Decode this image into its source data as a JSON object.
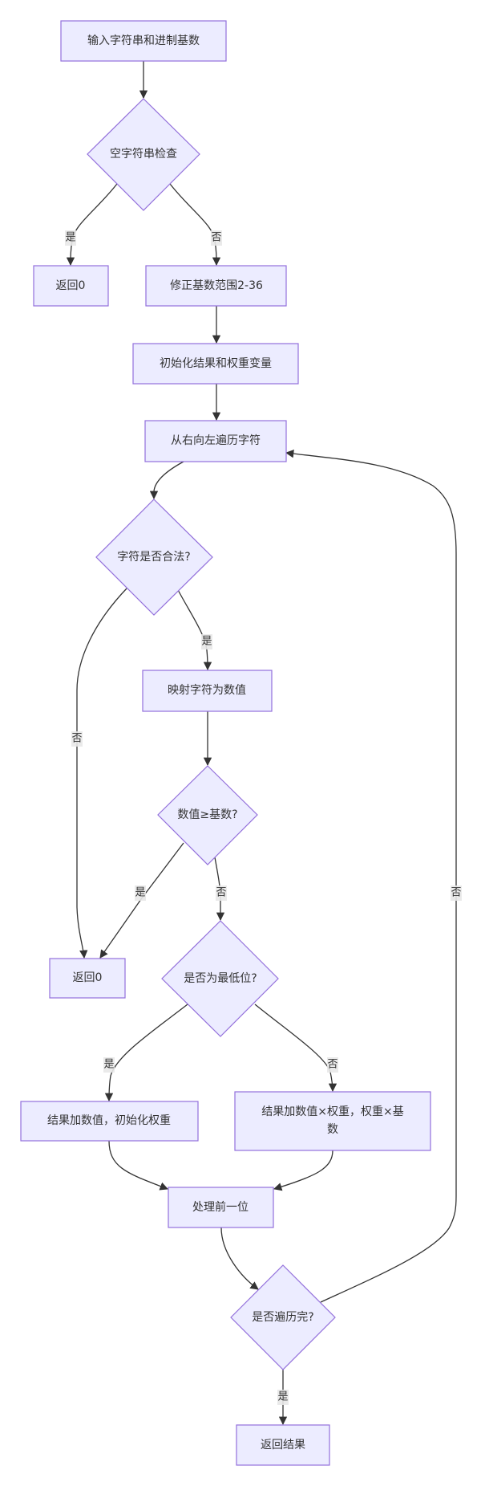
{
  "diagram": {
    "type": "flowchart",
    "nodes": {
      "input": {
        "label": "输入字符串和进制基数",
        "shape": "rect"
      },
      "empty_check": {
        "label": "空字符串检查",
        "shape": "diamond"
      },
      "return0_a": {
        "label": "返回0",
        "shape": "rect"
      },
      "fix_base": {
        "label": "修正基数范围2-36",
        "shape": "rect"
      },
      "init_vars": {
        "label": "初始化结果和权重变量",
        "shape": "rect"
      },
      "iterate": {
        "label": "从右向左遍历字符",
        "shape": "rect"
      },
      "char_valid": {
        "label": "字符是否合法?",
        "shape": "diamond"
      },
      "map_char": {
        "label": "映射字符为数值",
        "shape": "rect"
      },
      "value_ge_base": {
        "label": "数值≥基数?",
        "shape": "diamond"
      },
      "return0_b": {
        "label": "返回0",
        "shape": "rect"
      },
      "is_lowest": {
        "label": "是否为最低位?",
        "shape": "diamond"
      },
      "add_init_weight": {
        "label": "结果加数值，初始化权重",
        "shape": "rect"
      },
      "add_weighted_line1": {
        "label": "结果加数值×权重，权重×基",
        "shape": "rect"
      },
      "add_weighted_line2": {
        "label": "数",
        "shape": "rect"
      },
      "prev_digit": {
        "label": "处理前一位",
        "shape": "rect"
      },
      "done_check": {
        "label": "是否遍历完?",
        "shape": "diamond"
      },
      "return_result": {
        "label": "返回结果",
        "shape": "rect"
      }
    },
    "edge_labels": {
      "yes": "是",
      "no": "否"
    },
    "edges": [
      {
        "from": "input",
        "to": "empty_check",
        "label": ""
      },
      {
        "from": "empty_check",
        "to": "return0_a",
        "label": "是"
      },
      {
        "from": "empty_check",
        "to": "fix_base",
        "label": "否"
      },
      {
        "from": "fix_base",
        "to": "init_vars",
        "label": ""
      },
      {
        "from": "init_vars",
        "to": "iterate",
        "label": ""
      },
      {
        "from": "iterate",
        "to": "char_valid",
        "label": ""
      },
      {
        "from": "char_valid",
        "to": "map_char",
        "label": "是"
      },
      {
        "from": "char_valid",
        "to": "return0_b",
        "label": "否"
      },
      {
        "from": "map_char",
        "to": "value_ge_base",
        "label": ""
      },
      {
        "from": "value_ge_base",
        "to": "return0_b",
        "label": "是"
      },
      {
        "from": "value_ge_base",
        "to": "is_lowest",
        "label": "否"
      },
      {
        "from": "is_lowest",
        "to": "add_init_weight",
        "label": "是"
      },
      {
        "from": "is_lowest",
        "to": "add_weighted",
        "label": "否"
      },
      {
        "from": "add_init_weight",
        "to": "prev_digit",
        "label": ""
      },
      {
        "from": "add_weighted",
        "to": "prev_digit",
        "label": ""
      },
      {
        "from": "prev_digit",
        "to": "done_check",
        "label": ""
      },
      {
        "from": "done_check",
        "to": "return_result",
        "label": "是"
      },
      {
        "from": "done_check",
        "to": "iterate",
        "label": "否"
      }
    ],
    "colors": {
      "node_fill": "#ECECFF",
      "node_stroke": "#9370DB",
      "edge": "#333333",
      "label_bg": "#e8e8e8"
    }
  }
}
